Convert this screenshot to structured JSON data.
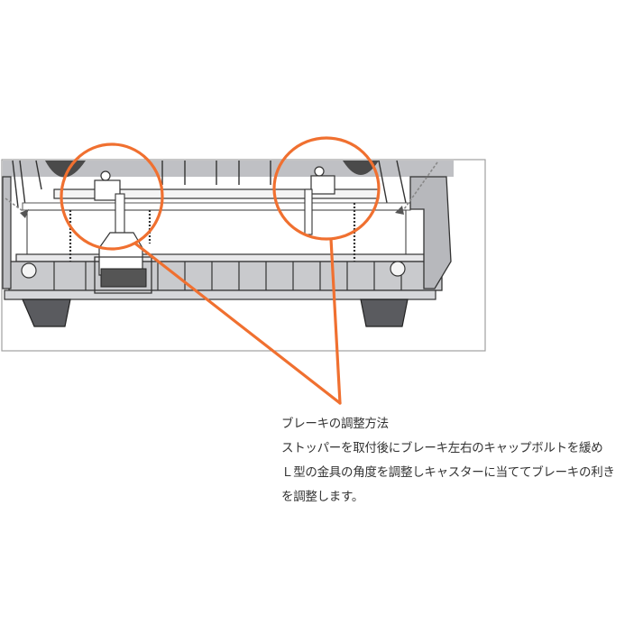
{
  "figure": {
    "description": "Line illustration of caster brake mechanism on a cart base viewed from below, with two callout circles",
    "accent_color": "#F07030",
    "frame_color": "#9a9a9a",
    "callouts": [
      {
        "label": "left-brake-bracket-callout"
      },
      {
        "label": "right-brake-bracket-callout"
      }
    ]
  },
  "caption": {
    "title": "ブレーキの調整方法",
    "lines": [
      "ストッパーを取付後にブレーキ左右のキャップボルトを緩め",
      "Ｌ型の金具の角度を調整しキャスターに当ててブレーキの利き",
      "を調整します。"
    ]
  }
}
